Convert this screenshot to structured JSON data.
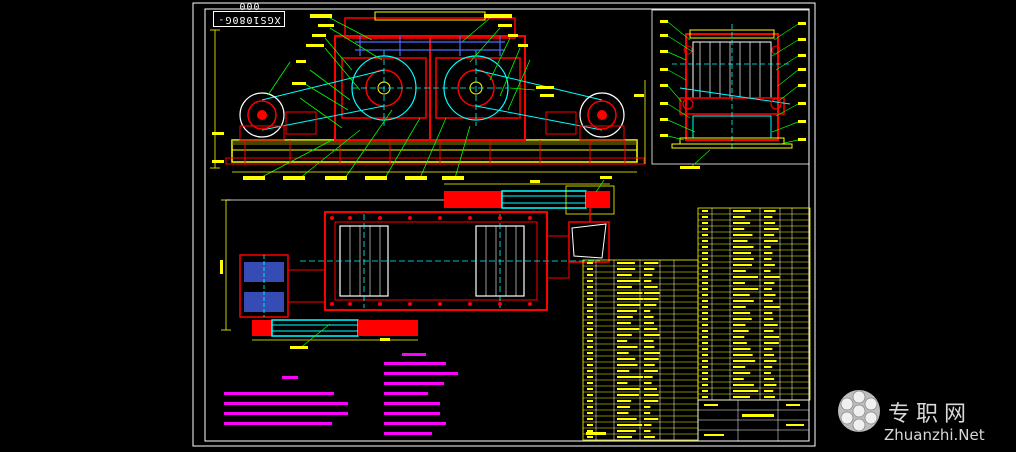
{
  "drawing": {
    "number": "XGS1080G-000",
    "colors": {
      "frame": "#ffffff",
      "red": "#ff0000",
      "yellow": "#ffff00",
      "cyan": "#00ffff",
      "magenta": "#ff00ff",
      "green": "#00ff00",
      "blue": "#0000ff"
    },
    "views": [
      "front-view",
      "side-view",
      "plan-view",
      "notes",
      "parts-list",
      "title-block"
    ]
  },
  "watermark": {
    "site_cn": "专职网",
    "site_url": "Zhuanzhi.Net"
  }
}
